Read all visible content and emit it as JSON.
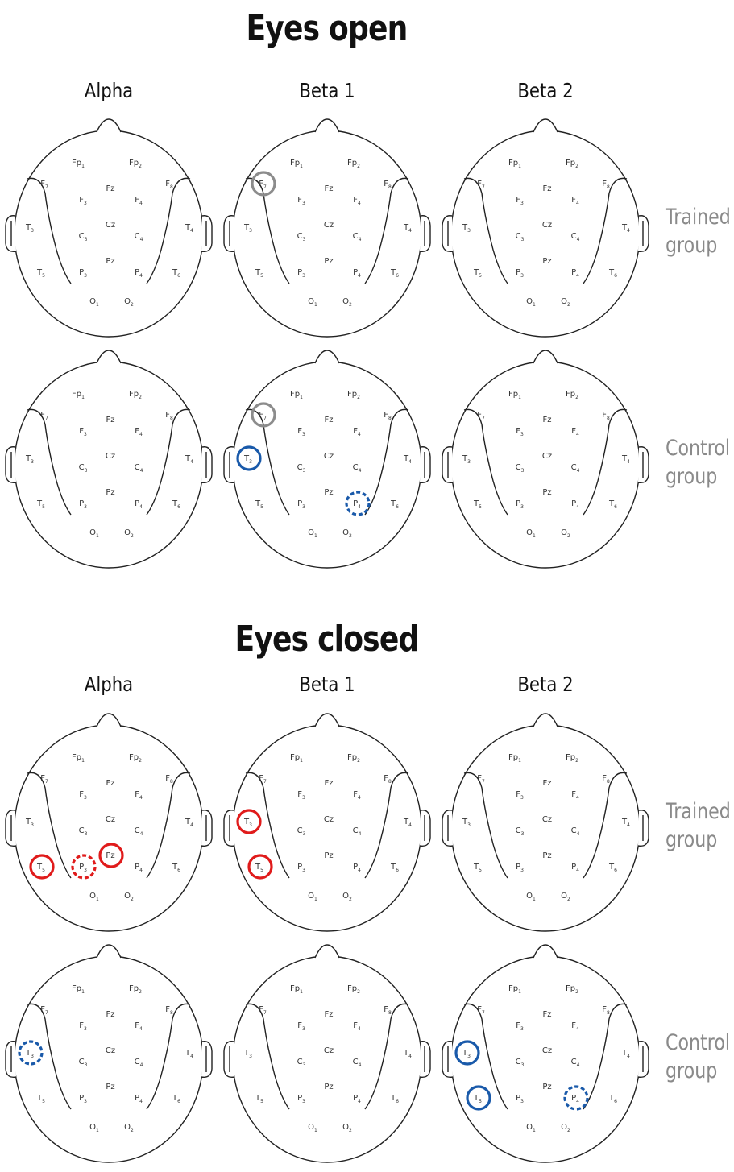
{
  "sections": [
    {
      "title": "Eyes open",
      "bands": [
        "Alpha",
        "Beta 1",
        "Beta 2"
      ],
      "groups": [
        {
          "label_line1": "Trained",
          "label_line2": "group",
          "heads": [
            {
              "markers": []
            },
            {
              "markers": [
                {
                  "electrode": "F7",
                  "color": "#8c8c8c",
                  "style": "solid"
                }
              ]
            },
            {
              "markers": []
            }
          ]
        },
        {
          "label_line1": "Control",
          "label_line2": "group",
          "heads": [
            {
              "markers": []
            },
            {
              "markers": [
                {
                  "electrode": "F7",
                  "color": "#8c8c8c",
                  "style": "solid"
                },
                {
                  "electrode": "T3",
                  "color": "#1a5aaa",
                  "style": "solid"
                },
                {
                  "electrode": "P4",
                  "color": "#1a5aaa",
                  "style": "dashed"
                }
              ]
            },
            {
              "markers": []
            }
          ]
        }
      ]
    },
    {
      "title": "Eyes closed",
      "bands": [
        "Alpha",
        "Beta 1",
        "Beta 2"
      ],
      "groups": [
        {
          "label_line1": "Trained",
          "label_line2": "group",
          "heads": [
            {
              "markers": [
                {
                  "electrode": "T5",
                  "color": "#e01b1b",
                  "style": "solid"
                },
                {
                  "electrode": "P3",
                  "color": "#e01b1b",
                  "style": "dashed"
                },
                {
                  "electrode": "Pz",
                  "color": "#e01b1b",
                  "style": "solid"
                }
              ]
            },
            {
              "markers": [
                {
                  "electrode": "T3",
                  "color": "#e01b1b",
                  "style": "solid"
                },
                {
                  "electrode": "T5",
                  "color": "#e01b1b",
                  "style": "solid"
                }
              ]
            },
            {
              "markers": []
            }
          ]
        },
        {
          "label_line1": "Control",
          "label_line2": "group",
          "heads": [
            {
              "markers": [
                {
                  "electrode": "T3",
                  "color": "#1a5aaa",
                  "style": "dashed"
                }
              ]
            },
            {
              "markers": []
            },
            {
              "markers": [
                {
                  "electrode": "T3",
                  "color": "#1a5aaa",
                  "style": "solid"
                },
                {
                  "electrode": "T5",
                  "color": "#1a5aaa",
                  "style": "solid"
                },
                {
                  "electrode": "P4",
                  "color": "#1a5aaa",
                  "style": "dashed"
                }
              ]
            }
          ]
        }
      ]
    }
  ],
  "electrode_labels": [
    {
      "id": "Fp1",
      "main": "Fp",
      "sub": "1"
    },
    {
      "id": "Fp2",
      "main": "Fp",
      "sub": "2"
    },
    {
      "id": "F7",
      "main": "F",
      "sub": "7"
    },
    {
      "id": "F8",
      "main": "F",
      "sub": "8"
    },
    {
      "id": "Fz",
      "main": "Fz",
      "sub": ""
    },
    {
      "id": "F3",
      "main": "F",
      "sub": "3"
    },
    {
      "id": "F4",
      "main": "F",
      "sub": "4"
    },
    {
      "id": "T3",
      "main": "T",
      "sub": "3"
    },
    {
      "id": "T4",
      "main": "T",
      "sub": "4"
    },
    {
      "id": "Cz",
      "main": "Cz",
      "sub": ""
    },
    {
      "id": "C3",
      "main": "C",
      "sub": "3"
    },
    {
      "id": "C4",
      "main": "C",
      "sub": "4"
    },
    {
      "id": "Pz",
      "main": "Pz",
      "sub": ""
    },
    {
      "id": "T5",
      "main": "T",
      "sub": "5"
    },
    {
      "id": "P3",
      "main": "P",
      "sub": "3"
    },
    {
      "id": "P4",
      "main": "P",
      "sub": "4"
    },
    {
      "id": "T6",
      "main": "T",
      "sub": "6"
    },
    {
      "id": "O1",
      "main": "O",
      "sub": "1"
    },
    {
      "id": "O2",
      "main": "O",
      "sub": "2"
    }
  ]
}
